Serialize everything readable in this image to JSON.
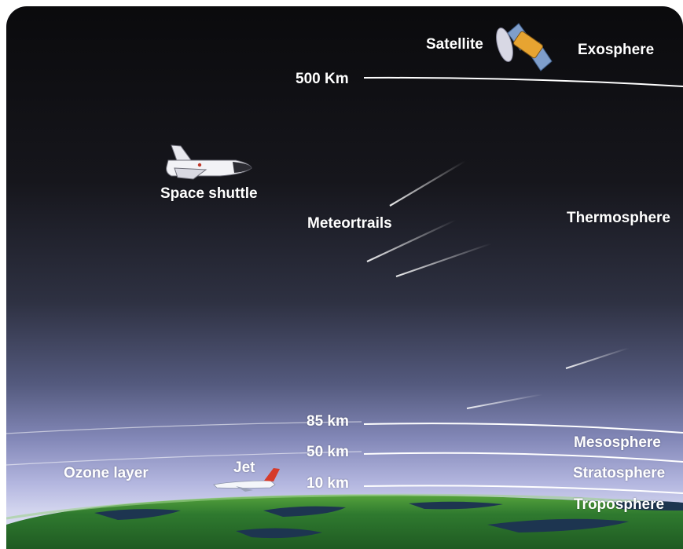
{
  "objects": {
    "satellite": "Satellite",
    "space_shuttle": "Space shuttle",
    "meteor_trails": "Meteortrails",
    "jet": "Jet",
    "ozone_layer": "Ozone layer"
  },
  "altitudes": {
    "km500": "500 Km",
    "km85": "85 km",
    "km50": "50 km",
    "km10": "10 km"
  },
  "layers": {
    "exosphere": "Exosphere",
    "thermosphere": "Thermosphere",
    "mesosphere": "Mesosphere",
    "stratosphere": "Stratosphere",
    "troposphere": "Troposphere"
  },
  "colors": {
    "space": "#0a0a0c",
    "horizon_glow": "#c4c6e6",
    "earth": "#2f7a2f",
    "ocean": "#1d3550",
    "boundary_line": "#ffffff"
  }
}
